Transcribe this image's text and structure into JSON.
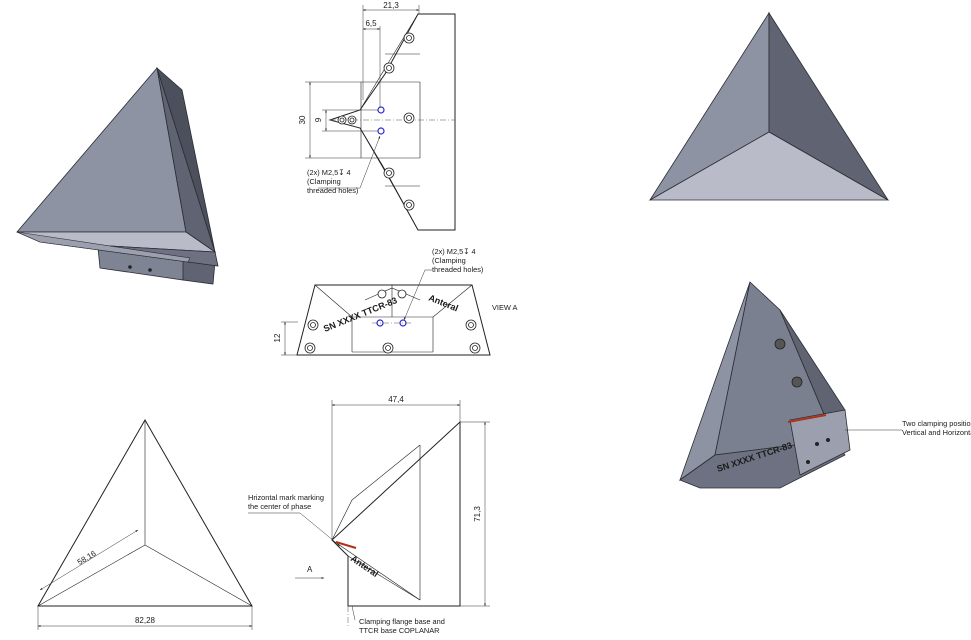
{
  "drawing": {
    "dimensions": {
      "top_width": "21,3",
      "top_offset": "6,5",
      "top_height": "30",
      "hole_spacing": "9",
      "view_a_height": "12",
      "side_width": "47,4",
      "side_height": "71,3",
      "front_inner": "58,16",
      "front_width": "82,28"
    },
    "notes": {
      "threaded_holes_top": [
        "(2x) M2,5↧ 4",
        "(Clamping",
        "threaded holes)"
      ],
      "threaded_holes_view_a": [
        "(2x) M2,5↧ 4",
        "(Clamping",
        "threaded holes)"
      ],
      "view_label": "VIEW A",
      "horizontal_mark": [
        "Hrizontal mark marking",
        "the center of phase"
      ],
      "coplanar": [
        "Clamping flange base and",
        "TTCR base COPLANAR"
      ],
      "clamping_positions": [
        "Two clamping positions:",
        "Vertical and Horizontal"
      ],
      "view_arrow_label": "A"
    },
    "engravings": {
      "serial": "SN XXXX TTCR-83",
      "brand": "Anteral"
    },
    "colors": {
      "body_light": "#b9bcc8",
      "body_mid": "#8e93a3",
      "body_dark": "#5f6372",
      "edge": "#2b2d33",
      "hole_blue": "#2a2ad0",
      "mark_red": "#b03018"
    }
  }
}
